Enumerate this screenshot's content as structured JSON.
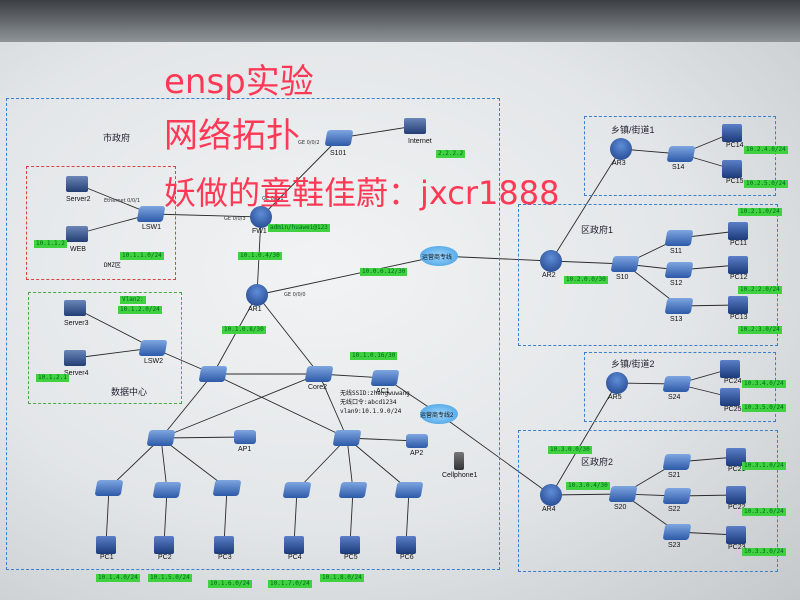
{
  "watermark": {
    "line1": "ensp实验",
    "line2": "网络拓扑",
    "line3": "妖做的童鞋佳蔚：jxcr1888",
    "color": "#ff2a4a"
  },
  "regions": [
    {
      "id": "main",
      "title": "市政府",
      "color": "blue"
    },
    {
      "id": "dmz",
      "title": "",
      "color": "red"
    },
    {
      "id": "datacenter",
      "title": "数据中心",
      "color": "green"
    },
    {
      "id": "town1",
      "title": "乡镇/街道1",
      "color": "blue"
    },
    {
      "id": "district1",
      "title": "区政府1",
      "color": "blue"
    },
    {
      "id": "town2",
      "title": "乡镇/街道2",
      "color": "blue"
    },
    {
      "id": "district2",
      "title": "区政府2",
      "color": "blue"
    }
  ],
  "devices": [
    {
      "id": "FW1",
      "label": "FW1",
      "type": "router"
    },
    {
      "id": "S101",
      "label": "S101",
      "type": "switch"
    },
    {
      "id": "Internet",
      "label": "Internet",
      "type": "server"
    },
    {
      "id": "Server2",
      "label": "Server2",
      "type": "server"
    },
    {
      "id": "WEB",
      "label": "WEB",
      "type": "server"
    },
    {
      "id": "LSW1",
      "label": "LSW1",
      "type": "switch"
    },
    {
      "id": "AR1",
      "label": "AR1",
      "type": "router"
    },
    {
      "id": "Server3",
      "label": "Server3",
      "type": "server"
    },
    {
      "id": "Server4",
      "label": "Server4",
      "type": "server"
    },
    {
      "id": "LSW2",
      "label": "LSW2",
      "type": "switch"
    },
    {
      "id": "Core1",
      "label": "",
      "type": "switch"
    },
    {
      "id": "Core2",
      "label": "Core2",
      "type": "switch"
    },
    {
      "id": "AC1",
      "label": "AC1",
      "type": "switch"
    },
    {
      "id": "Agg1",
      "label": "",
      "type": "switch"
    },
    {
      "id": "Agg2",
      "label": "",
      "type": "switch"
    },
    {
      "id": "AP1",
      "label": "AP1",
      "type": "ap"
    },
    {
      "id": "AP2",
      "label": "AP2",
      "type": "ap"
    },
    {
      "id": "Cellphone1",
      "label": "Cellphone1",
      "type": "phone"
    },
    {
      "id": "Acc1",
      "label": "",
      "type": "switch"
    },
    {
      "id": "Acc2",
      "label": "",
      "type": "switch"
    },
    {
      "id": "Acc3",
      "label": "",
      "type": "switch"
    },
    {
      "id": "Acc4",
      "label": "",
      "type": "switch"
    },
    {
      "id": "Acc5",
      "label": "",
      "type": "switch"
    },
    {
      "id": "Acc6",
      "label": "",
      "type": "switch"
    },
    {
      "id": "PC1",
      "label": "PC1",
      "type": "pc"
    },
    {
      "id": "PC2",
      "label": "PC2",
      "type": "pc"
    },
    {
      "id": "PC3",
      "label": "PC3",
      "type": "pc"
    },
    {
      "id": "PC4",
      "label": "PC4",
      "type": "pc"
    },
    {
      "id": "PC5",
      "label": "PC5",
      "type": "pc"
    },
    {
      "id": "PC6",
      "label": "PC6",
      "type": "pc"
    },
    {
      "id": "Cloud1",
      "label": "运营商专线",
      "type": "cloud"
    },
    {
      "id": "Cloud2",
      "label": "运营商专线2",
      "type": "cloud"
    },
    {
      "id": "AR2",
      "label": "AR2",
      "type": "router"
    },
    {
      "id": "S10",
      "label": "S10",
      "type": "switch"
    },
    {
      "id": "S11",
      "label": "S11",
      "type": "switch"
    },
    {
      "id": "S12",
      "label": "S12",
      "type": "switch"
    },
    {
      "id": "S13",
      "label": "S13",
      "type": "switch"
    },
    {
      "id": "PC11",
      "label": "PC11",
      "type": "pc"
    },
    {
      "id": "PC12",
      "label": "PC12",
      "type": "pc"
    },
    {
      "id": "PC13",
      "label": "PC13",
      "type": "pc"
    },
    {
      "id": "AR3",
      "label": "AR3",
      "type": "router"
    },
    {
      "id": "S14",
      "label": "S14",
      "type": "switch"
    },
    {
      "id": "PC14",
      "label": "PC14",
      "type": "pc"
    },
    {
      "id": "PC15",
      "label": "PC15",
      "type": "pc"
    },
    {
      "id": "AR5",
      "label": "AR5",
      "type": "router"
    },
    {
      "id": "S24",
      "label": "S24",
      "type": "switch"
    },
    {
      "id": "PC24",
      "label": "PC24",
      "type": "pc"
    },
    {
      "id": "PC25",
      "label": "PC25",
      "type": "pc"
    },
    {
      "id": "AR4",
      "label": "AR4",
      "type": "router"
    },
    {
      "id": "S20",
      "label": "S20",
      "type": "switch"
    },
    {
      "id": "S21",
      "label": "S21",
      "type": "switch"
    },
    {
      "id": "S22",
      "label": "S22",
      "type": "switch"
    },
    {
      "id": "S23",
      "label": "S23",
      "type": "switch"
    },
    {
      "id": "PC21",
      "label": "PC21",
      "type": "pc"
    },
    {
      "id": "PC22",
      "label": "PC22",
      "type": "pc"
    },
    {
      "id": "PC23",
      "label": "PC23",
      "type": "pc"
    }
  ],
  "links": [
    [
      "FW1",
      "S101"
    ],
    [
      "S101",
      "Internet"
    ],
    [
      "LSW1",
      "FW1"
    ],
    [
      "Server2",
      "LSW1"
    ],
    [
      "WEB",
      "LSW1"
    ],
    [
      "FW1",
      "AR1"
    ],
    [
      "AR1",
      "Cloud1"
    ],
    [
      "Cloud1",
      "AR2"
    ],
    [
      "AR1",
      "Core1"
    ],
    [
      "AR1",
      "Core2"
    ],
    [
      "Server3",
      "LSW2"
    ],
    [
      "Server4",
      "LSW2"
    ],
    [
      "LSW2",
      "Core1"
    ],
    [
      "Core1",
      "Core2"
    ],
    [
      "Core2",
      "AC1"
    ],
    [
      "AC1",
      "Cloud2"
    ],
    [
      "Cloud2",
      "AR4"
    ],
    [
      "Core1",
      "Agg1"
    ],
    [
      "Core1",
      "Agg2"
    ],
    [
      "Core2",
      "Agg1"
    ],
    [
      "Core2",
      "Agg2"
    ],
    [
      "Agg1",
      "AP1"
    ],
    [
      "Agg2",
      "AP2"
    ],
    [
      "Agg1",
      "Acc1"
    ],
    [
      "Agg1",
      "Acc2"
    ],
    [
      "Agg1",
      "Acc3"
    ],
    [
      "Agg2",
      "Acc4"
    ],
    [
      "Agg2",
      "Acc5"
    ],
    [
      "Agg2",
      "Acc6"
    ],
    [
      "Acc1",
      "PC1"
    ],
    [
      "Acc2",
      "PC2"
    ],
    [
      "Acc3",
      "PC3"
    ],
    [
      "Acc4",
      "PC4"
    ],
    [
      "Acc5",
      "PC5"
    ],
    [
      "Acc6",
      "PC6"
    ],
    [
      "AR2",
      "S10"
    ],
    [
      "S10",
      "S11"
    ],
    [
      "S10",
      "S12"
    ],
    [
      "S10",
      "S13"
    ],
    [
      "S11",
      "PC11"
    ],
    [
      "S12",
      "PC12"
    ],
    [
      "S13",
      "PC13"
    ],
    [
      "AR2",
      "AR3"
    ],
    [
      "AR3",
      "S14"
    ],
    [
      "S14",
      "PC14"
    ],
    [
      "S14",
      "PC15"
    ],
    [
      "AR4",
      "AR5"
    ],
    [
      "AR5",
      "S24"
    ],
    [
      "S24",
      "PC24"
    ],
    [
      "S24",
      "PC25"
    ],
    [
      "AR4",
      "S20"
    ],
    [
      "S20",
      "S21"
    ],
    [
      "S20",
      "S22"
    ],
    [
      "S20",
      "S23"
    ],
    [
      "S21",
      "PC21"
    ],
    [
      "S22",
      "PC22"
    ],
    [
      "S23",
      "PC23"
    ]
  ],
  "tags": [
    {
      "id": "t_inet",
      "text": "2.2.2.2"
    },
    {
      "id": "t_admin",
      "text": "admin/huawei@123"
    },
    {
      "id": "t_fwnet",
      "text": "10.1.0.4/30"
    },
    {
      "id": "t_dmzip",
      "text": "10.1.1.2"
    },
    {
      "id": "t_dmznet",
      "text": "10.1.1.0/24"
    },
    {
      "id": "t_dc_vlan",
      "text": "Vlan2:"
    },
    {
      "id": "t_dc_net",
      "text": "10.1.2.0/24"
    },
    {
      "id": "t_dc_ip",
      "text": "10.1.2.1"
    },
    {
      "id": "t_ar1cloud",
      "text": "10.0.0.12/30"
    },
    {
      "id": "t_ar1core",
      "text": "10.1.0.8/30"
    },
    {
      "id": "t_ac1",
      "text": "10.1.0.16/30"
    },
    {
      "id": "t_ar2",
      "text": "10.2.0.0/30"
    },
    {
      "id": "t_ar4",
      "text": "10.3.0.0/30"
    },
    {
      "id": "t_ar4b",
      "text": "10.3.0.4/30"
    },
    {
      "id": "t_pc1",
      "text": "10.1.4.0/24"
    },
    {
      "id": "t_pc2",
      "text": "10.1.5.0/24"
    },
    {
      "id": "t_pc3",
      "text": "10.1.6.0/24"
    },
    {
      "id": "t_pc4",
      "text": "10.1.7.0/24"
    },
    {
      "id": "t_pc5",
      "text": "10.1.8.0/24"
    },
    {
      "id": "t_pc11",
      "text": "10.2.1.0/24"
    },
    {
      "id": "t_pc12",
      "text": "10.2.2.0/24"
    },
    {
      "id": "t_pc13",
      "text": "10.2.3.0/24"
    },
    {
      "id": "t_pc14",
      "text": "10.2.4.0/24"
    },
    {
      "id": "t_pc15",
      "text": "10.2.5.0/24"
    },
    {
      "id": "t_pc21",
      "text": "10.3.1.0/24"
    },
    {
      "id": "t_pc22",
      "text": "10.3.2.0/24"
    },
    {
      "id": "t_pc23",
      "text": "10.3.3.0/24"
    },
    {
      "id": "t_pc24",
      "text": "10.3.4.0/24"
    },
    {
      "id": "t_pc25",
      "text": "10.3.5.0/24"
    }
  ],
  "notes": {
    "wifi_ssid": "无线SSID:zhengwuwang",
    "wifi_pwd": "无线口令:abcd1234",
    "wifi_vlan": "vlan9:10.1.9.0/24",
    "dmz_zone": "DMZ区"
  },
  "port_labels": [
    "GE 0/0/1",
    "GE 0/0/2",
    "GE 0/0/3",
    "GE 0/0/0",
    "Ethernet 0/0/1"
  ],
  "styles": {
    "link_color": "#2a2a2a",
    "tag_bg": "#3fd13f",
    "region_blue": "#3a7fd0",
    "region_red": "#d64545",
    "region_green": "#4aa84a"
  }
}
